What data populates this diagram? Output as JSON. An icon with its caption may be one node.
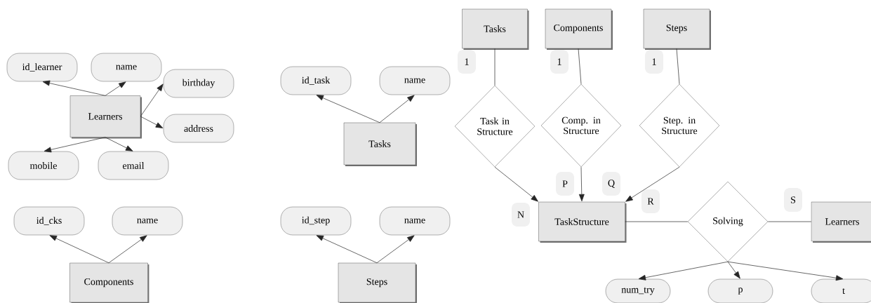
{
  "diagram": {
    "nodes": [
      {
        "text": [
          "id_learner"
        ]
      },
      {
        "text": [
          "name"
        ]
      },
      {
        "text": [
          "birthday"
        ]
      },
      {
        "text": [
          "Learners"
        ]
      },
      {
        "text": [
          "address"
        ]
      },
      {
        "text": [
          "mobile"
        ]
      },
      {
        "text": [
          "email"
        ]
      },
      {
        "text": [
          "id_cks"
        ]
      },
      {
        "text": [
          "name"
        ]
      },
      {
        "text": [
          "Components"
        ]
      },
      {
        "text": [
          "id_task"
        ]
      },
      {
        "text": [
          "name"
        ]
      },
      {
        "text": [
          "Tasks"
        ]
      },
      {
        "text": [
          "id_step"
        ]
      },
      {
        "text": [
          "name"
        ]
      },
      {
        "text": [
          "Steps"
        ]
      },
      {
        "text": [
          "Tasks"
        ]
      },
      {
        "text": [
          "Components"
        ]
      },
      {
        "text": [
          "Steps"
        ]
      },
      {
        "text": [
          "Task in Structure"
        ]
      },
      {
        "text": [
          "Comp. in Structure"
        ]
      },
      {
        "text": [
          "Step. in Structure"
        ]
      },
      {
        "text": [
          "TaskStructure"
        ]
      },
      {
        "text": [
          "Solving"
        ]
      },
      {
        "text": [
          "Learners"
        ]
      },
      {
        "text": [
          "num_try"
        ]
      },
      {
        "text": [
          "p"
        ]
      },
      {
        "text": [
          "t"
        ]
      }
    ],
    "edges": [
      {
        "from": 3,
        "to": 0,
        "arrow": "to"
      },
      {
        "from": 3,
        "to": 1,
        "arrow": "to"
      },
      {
        "from": 3,
        "to": 2,
        "arrow": "to"
      },
      {
        "from": 3,
        "to": 4,
        "arrow": "to"
      },
      {
        "from": 3,
        "to": 5,
        "arrow": "to"
      },
      {
        "from": 3,
        "to": 6,
        "arrow": "to"
      },
      {
        "from": 9,
        "to": 7,
        "arrow": "to"
      },
      {
        "from": 9,
        "to": 8,
        "arrow": "to"
      },
      {
        "from": 12,
        "to": 10,
        "arrow": "to"
      },
      {
        "from": 12,
        "to": 11,
        "arrow": "to"
      },
      {
        "from": 15,
        "to": 13,
        "arrow": "to"
      },
      {
        "from": 15,
        "to": 14,
        "arrow": "to"
      },
      {
        "from": 16,
        "to": 19,
        "arrow": "none"
      },
      {
        "from": 17,
        "to": 20,
        "arrow": "none"
      },
      {
        "from": 18,
        "to": 21,
        "arrow": "none"
      },
      {
        "from": 19,
        "to": 22,
        "arrow": "to"
      },
      {
        "from": 20,
        "to": 22,
        "arrow": "to"
      },
      {
        "from": 21,
        "to": 22,
        "arrow": "to"
      },
      {
        "from": 22,
        "to": 23,
        "arrow": "none"
      },
      {
        "from": 23,
        "to": 24,
        "arrow": "none"
      },
      {
        "from": 23,
        "to": 25,
        "arrow": "to"
      },
      {
        "from": 23,
        "to": 26,
        "arrow": "to"
      },
      {
        "from": 23,
        "to": 27,
        "arrow": "to"
      }
    ],
    "labels": [
      "1",
      "1",
      "1",
      "P",
      "Q",
      "N",
      "R",
      "S"
    ]
  }
}
